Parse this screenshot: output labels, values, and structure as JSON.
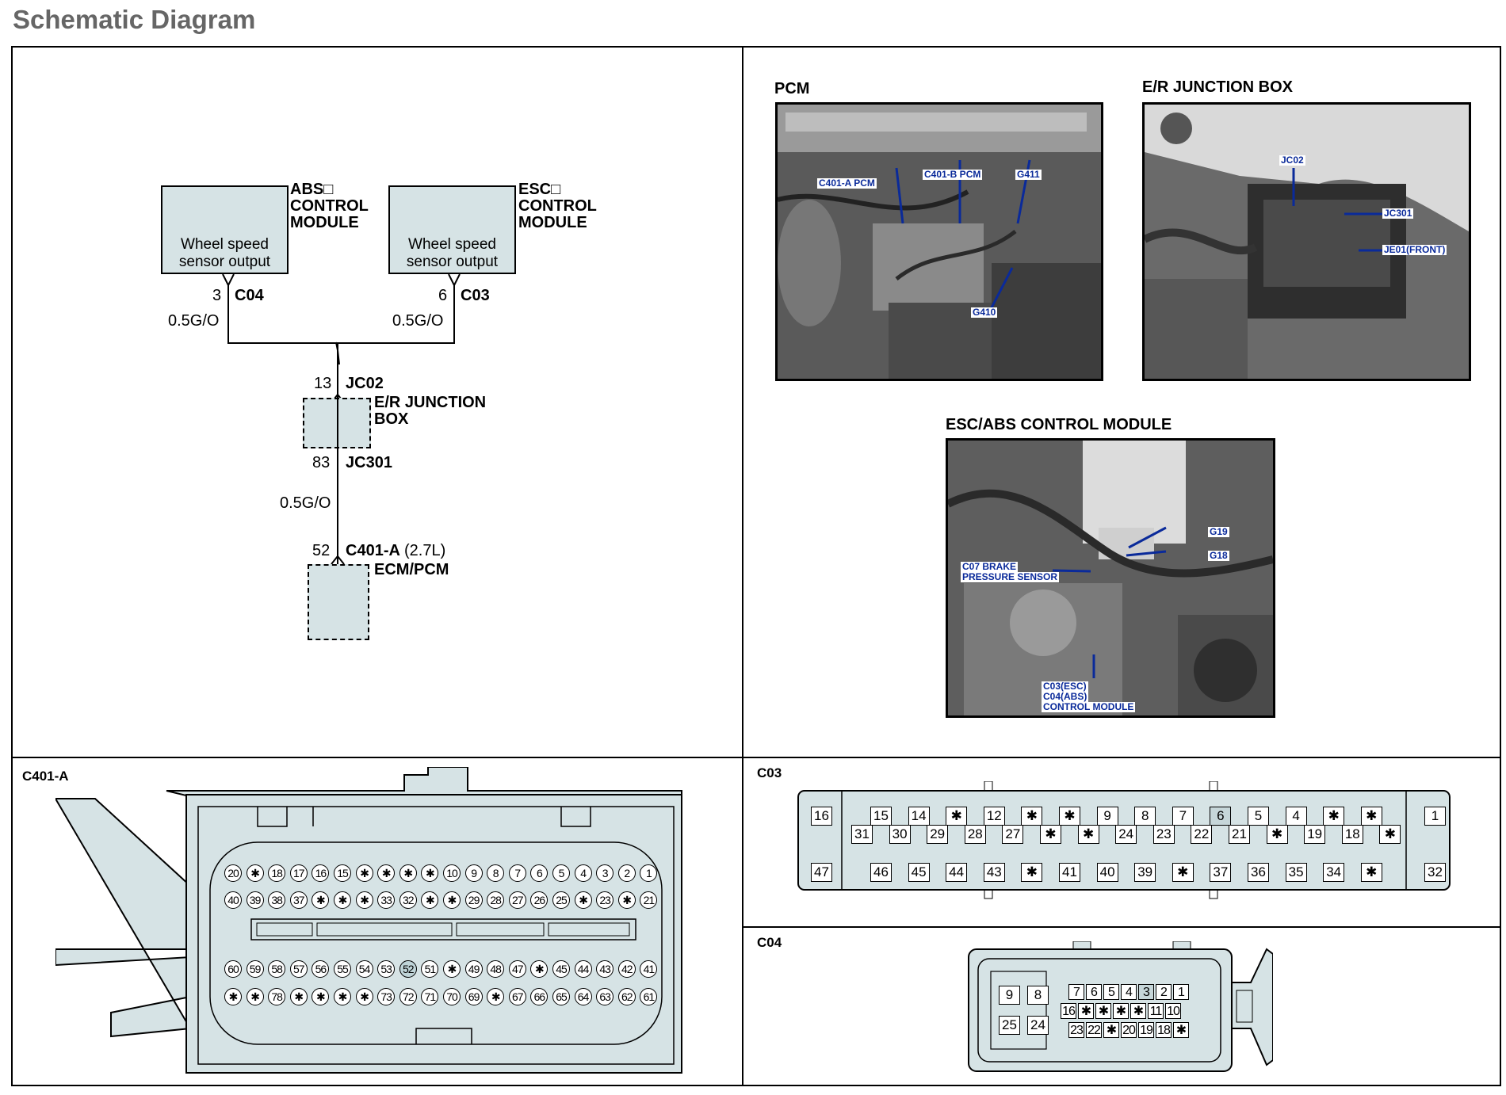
{
  "page_title": "Schematic Diagram",
  "schematic": {
    "abs_module": {
      "name_lines": [
        "ABS□",
        "CONTROL",
        "MODULE"
      ],
      "inner_lines": [
        "Wheel speed",
        "sensor output"
      ],
      "pin": "3",
      "connector": "C04",
      "wire": "0.5G/O"
    },
    "esc_module": {
      "name_lines": [
        "ESC□",
        "CONTROL",
        "MODULE"
      ],
      "inner_lines": [
        "Wheel speed",
        "sensor output"
      ],
      "pin": "6",
      "connector": "C03",
      "wire": "0.5G/O"
    },
    "junction": {
      "in_pin": "13",
      "in_conn": "JC02",
      "name_lines": [
        "E/R JUNCTION",
        "BOX"
      ],
      "out_pin": "83",
      "out_conn": "JC301",
      "wire": "0.5G/O"
    },
    "ecm": {
      "pin": "52",
      "connector": "C401-A",
      "variant": "(2.7L)",
      "name": "ECM/PCM"
    }
  },
  "photos": {
    "pcm": {
      "title": "PCM",
      "callouts": [
        "C401-A PCM",
        "C401-B PCM",
        "G411",
        "G410"
      ]
    },
    "er_box": {
      "title": "E/R JUNCTION BOX",
      "callouts": [
        "JC02",
        "JC301",
        "JE01(FRONT)"
      ]
    },
    "esc": {
      "title": "ESC/ABS CONTROL MODULE",
      "callouts": [
        "G19",
        "G18",
        "C07 BRAKE",
        "PRESSURE SENSOR",
        "C03(ESC)",
        "C04(ABS)",
        "CONTROL MODULE"
      ]
    }
  },
  "connectors": {
    "c401a": {
      "title": "C401-A",
      "highlight": "52",
      "rows": [
        [
          "20",
          "*",
          "18",
          "17",
          "16",
          "15",
          "*",
          "*",
          "*",
          "*",
          "10",
          "9",
          "8",
          "7",
          "6",
          "5",
          "4",
          "3",
          "2",
          "1"
        ],
        [
          "40",
          "39",
          "38",
          "37",
          "*",
          "*",
          "*",
          "33",
          "32",
          "*",
          "*",
          "29",
          "28",
          "27",
          "26",
          "25",
          "*",
          "23",
          "*",
          "21"
        ],
        [
          "60",
          "59",
          "58",
          "57",
          "56",
          "55",
          "54",
          "53",
          "52",
          "51",
          "*",
          "49",
          "48",
          "47",
          "*",
          "45",
          "44",
          "43",
          "42",
          "41"
        ],
        [
          "*",
          "*",
          "78",
          "*",
          "*",
          "*",
          "*",
          "73",
          "72",
          "71",
          "70",
          "69",
          "*",
          "67",
          "66",
          "65",
          "64",
          "63",
          "62",
          "61"
        ]
      ]
    },
    "c03": {
      "title": "C03",
      "highlight": "6",
      "left_top": "16",
      "left_bottom": "47",
      "right_top": "1",
      "right_bottom": "32",
      "row1": [
        "15",
        "14",
        "*",
        "12",
        "*",
        "*",
        "9",
        "8",
        "7",
        "6",
        "5",
        "4",
        "*",
        "*"
      ],
      "row2": [
        "31",
        "30",
        "29",
        "28",
        "27",
        "*",
        "*",
        "24",
        "23",
        "22",
        "21",
        "*",
        "19",
        "18",
        "*"
      ],
      "row3": [
        "46",
        "45",
        "44",
        "43",
        "*",
        "41",
        "40",
        "39",
        "*",
        "37",
        "36",
        "35",
        "34",
        "*"
      ]
    },
    "c04": {
      "title": "C04",
      "highlight": "3",
      "left": [
        [
          "9",
          "8"
        ],
        [
          "25",
          "24"
        ]
      ],
      "row1": [
        "7",
        "6",
        "5",
        "4",
        "3",
        "2",
        "1"
      ],
      "row2": [
        "16",
        "*",
        "*",
        "*",
        "*",
        "11",
        "10"
      ],
      "row3": [
        "23",
        "22",
        "*",
        "20",
        "19",
        "18",
        "*"
      ]
    }
  }
}
